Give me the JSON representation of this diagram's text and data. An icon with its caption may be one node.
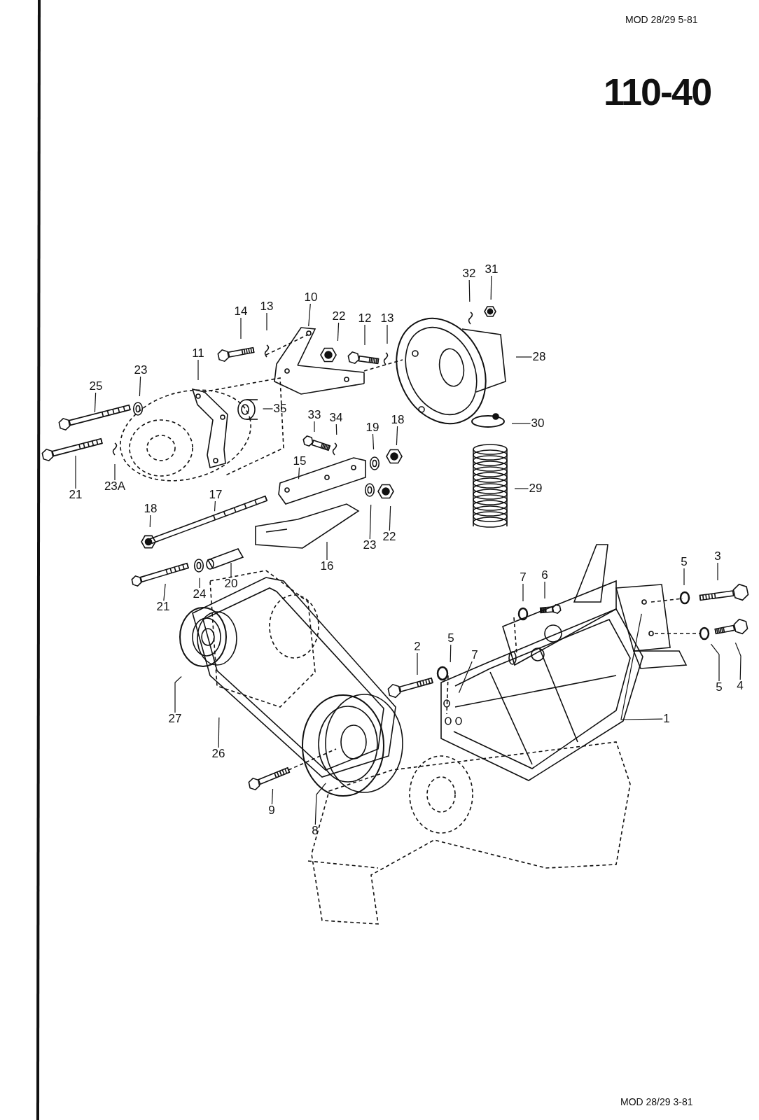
{
  "diagram": {
    "title": "110-40",
    "nodes": [
      {
        "text": [
          "32"
        ]
      },
      {
        "text": [
          "31"
        ]
      },
      {
        "text": [
          "10"
        ]
      },
      {
        "text": [
          "14"
        ]
      },
      {
        "text": [
          "13"
        ]
      },
      {
        "text": [
          "22"
        ]
      },
      {
        "text": [
          "12"
        ]
      },
      {
        "text": [
          "13"
        ]
      },
      {
        "text": [
          "28"
        ]
      },
      {
        "text": [
          "11"
        ]
      },
      {
        "text": [
          "23"
        ]
      },
      {
        "text": [
          "25"
        ]
      },
      {
        "text": [
          "35"
        ]
      },
      {
        "text": [
          "33"
        ]
      },
      {
        "text": [
          "34"
        ]
      },
      {
        "text": [
          "19"
        ]
      },
      {
        "text": [
          "18"
        ]
      },
      {
        "text": [
          "30"
        ]
      },
      {
        "text": [
          "21"
        ]
      },
      {
        "text": [
          "23A"
        ]
      },
      {
        "text": [
          "15"
        ]
      },
      {
        "text": [
          "29"
        ]
      },
      {
        "text": [
          "18"
        ]
      },
      {
        "text": [
          "17"
        ]
      },
      {
        "text": [
          "23"
        ]
      },
      {
        "text": [
          "22"
        ]
      },
      {
        "text": [
          "16"
        ]
      },
      {
        "text": [
          "21"
        ]
      },
      {
        "text": [
          "24"
        ]
      },
      {
        "text": [
          "20"
        ]
      },
      {
        "text": [
          "7"
        ]
      },
      {
        "text": [
          "6"
        ]
      },
      {
        "text": [
          "5"
        ]
      },
      {
        "text": [
          "3"
        ]
      },
      {
        "text": [
          "2"
        ]
      },
      {
        "text": [
          "5"
        ]
      },
      {
        "text": [
          "7"
        ]
      },
      {
        "text": [
          "27"
        ]
      },
      {
        "text": [
          "26"
        ]
      },
      {
        "text": [
          "5"
        ]
      },
      {
        "text": [
          "4"
        ]
      },
      {
        "text": [
          "1"
        ]
      },
      {
        "text": [
          "9"
        ]
      },
      {
        "text": [
          "8"
        ]
      }
    ],
    "edges": [
      {
        "from": 0,
        "to": null,
        "arrow": "none"
      },
      {
        "from": 1,
        "to": null,
        "arrow": "none"
      },
      {
        "from": 2,
        "to": null,
        "arrow": "none"
      },
      {
        "from": 3,
        "to": null,
        "arrow": "none"
      },
      {
        "from": 4,
        "to": null,
        "arrow": "none"
      },
      {
        "from": 5,
        "to": null,
        "arrow": "none"
      },
      {
        "from": 6,
        "to": null,
        "arrow": "none"
      },
      {
        "from": 7,
        "to": null,
        "arrow": "none"
      },
      {
        "from": 8,
        "to": null,
        "arrow": "none"
      },
      {
        "from": 9,
        "to": null,
        "arrow": "none"
      },
      {
        "from": 10,
        "to": null,
        "arrow": "none"
      },
      {
        "from": 11,
        "to": null,
        "arrow": "none"
      },
      {
        "from": 12,
        "to": null,
        "arrow": "none"
      },
      {
        "from": 13,
        "to": null,
        "arrow": "none"
      },
      {
        "from": 14,
        "to": null,
        "arrow": "none"
      },
      {
        "from": 15,
        "to": null,
        "arrow": "none"
      },
      {
        "from": 16,
        "to": null,
        "arrow": "none"
      },
      {
        "from": 17,
        "to": null,
        "arrow": "none"
      },
      {
        "from": 18,
        "to": null,
        "arrow": "none"
      },
      {
        "from": 19,
        "to": null,
        "arrow": "none"
      },
      {
        "from": 20,
        "to": null,
        "arrow": "none"
      },
      {
        "from": 21,
        "to": null,
        "arrow": "none"
      },
      {
        "from": 22,
        "to": null,
        "arrow": "none"
      },
      {
        "from": 23,
        "to": null,
        "arrow": "none"
      },
      {
        "from": 24,
        "to": null,
        "arrow": "none"
      },
      {
        "from": 25,
        "to": null,
        "arrow": "none"
      },
      {
        "from": 26,
        "to": null,
        "arrow": "none"
      },
      {
        "from": 27,
        "to": null,
        "arrow": "none"
      },
      {
        "from": 28,
        "to": null,
        "arrow": "none"
      },
      {
        "from": 29,
        "to": null,
        "arrow": "none"
      },
      {
        "from": 30,
        "to": null,
        "arrow": "none"
      },
      {
        "from": 31,
        "to": null,
        "arrow": "none"
      },
      {
        "from": 32,
        "to": null,
        "arrow": "none"
      },
      {
        "from": 33,
        "to": null,
        "arrow": "none"
      },
      {
        "from": 34,
        "to": null,
        "arrow": "none"
      },
      {
        "from": 35,
        "to": null,
        "arrow": "none"
      },
      {
        "from": 36,
        "to": null,
        "arrow": "none"
      },
      {
        "from": 37,
        "to": null,
        "arrow": "none"
      },
      {
        "from": 38,
        "to": null,
        "arrow": "none"
      },
      {
        "from": 39,
        "to": null,
        "arrow": "none"
      },
      {
        "from": 40,
        "to": null,
        "arrow": "none"
      },
      {
        "from": 41,
        "to": null,
        "arrow": "none"
      },
      {
        "from": 42,
        "to": null,
        "arrow": "none"
      },
      {
        "from": 43,
        "to": null,
        "arrow": "none"
      }
    ],
    "labels": [
      "MOD 28/29 5-81",
      "MOD 28/29 3-81"
    ]
  }
}
